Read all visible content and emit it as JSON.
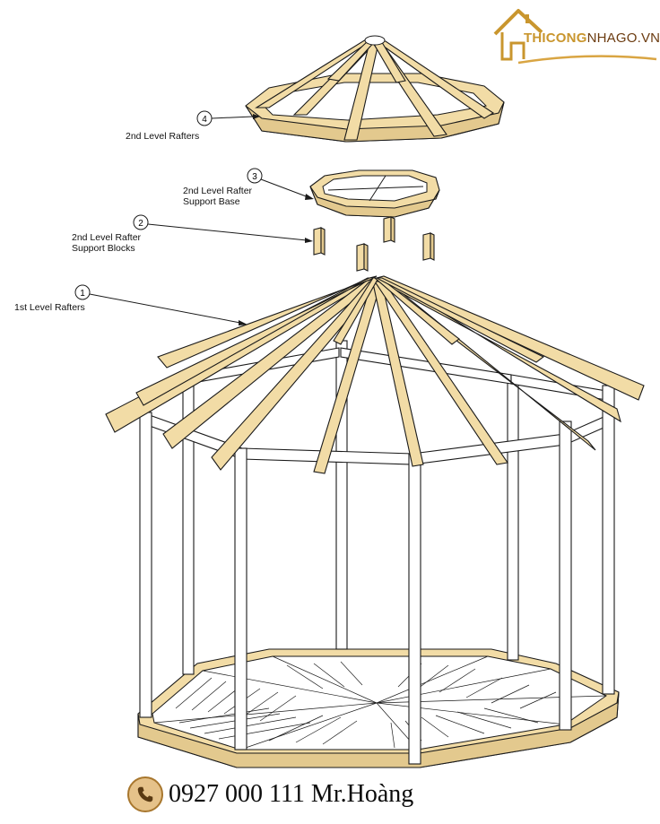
{
  "brand": {
    "logo_part1": "THICONG",
    "logo_part2": "NHAGO.VN"
  },
  "callouts": [
    {
      "number": "4",
      "label_lines": [
        "2nd Level Rafters"
      ]
    },
    {
      "number": "3",
      "label_lines": [
        "2nd Level Rafter",
        "Support Base"
      ]
    },
    {
      "number": "2",
      "label_lines": [
        "2nd Level Rafter",
        "Support Blocks"
      ]
    },
    {
      "number": "1",
      "label_lines": [
        "1st Level Rafters"
      ]
    }
  ],
  "contact": {
    "phone": "0927 000 111 Mr.Hoàng",
    "icon": "phone-icon"
  },
  "colors": {
    "wood": "#f2dca6",
    "wood_edge": "#b89a5a",
    "line": "#1a1a1a",
    "brand_gold": "#c9962e",
    "brand_brown": "#6b3b10"
  }
}
